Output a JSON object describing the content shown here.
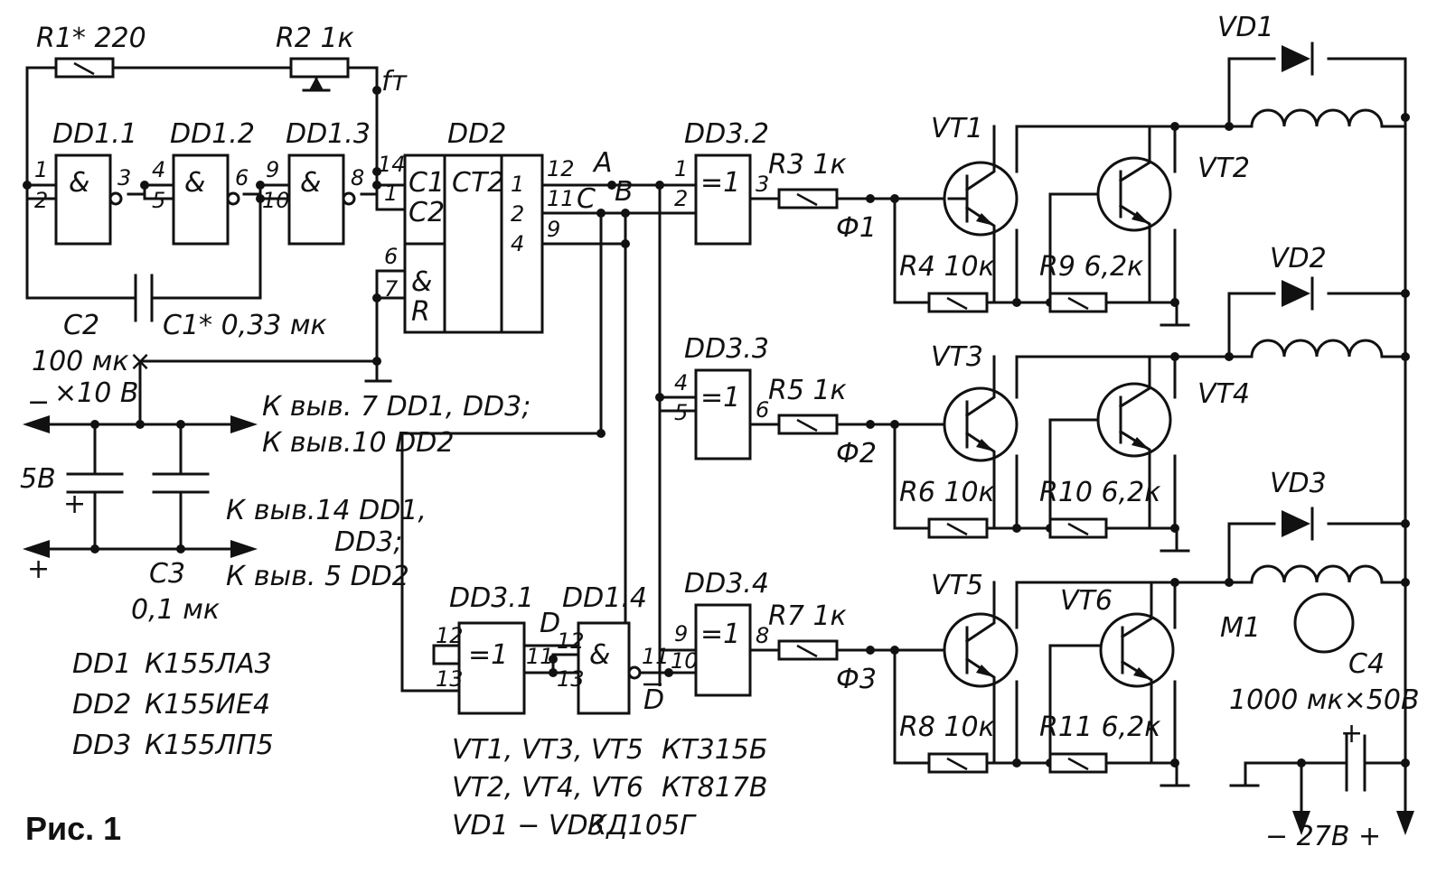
{
  "caption": "Рис. 1",
  "components": {
    "r1": "R1* 220",
    "r2": "R2 1к",
    "ft": "fт",
    "dd11": "DD1.1",
    "dd12": "DD1.2",
    "dd13": "DD1.3",
    "dd2": "DD2",
    "dd14": "DD1.4",
    "dd31": "DD3.1",
    "dd32": "DD3.2",
    "dd33": "DD3.3",
    "dd34": "DD3.4",
    "r3": "R3 1к",
    "r5": "R5 1к",
    "r7": "R7 1к",
    "r4": "R4 10к",
    "r6": "R6 10к",
    "r8": "R8 10к",
    "r9": "R9 6,2к",
    "r10": "R10 6,2к",
    "r11": "R11 6,2к",
    "vt1": "VT1",
    "vt2": "VT2",
    "vt3": "VT3",
    "vt4": "VT4",
    "vt5": "VT5",
    "vt6": "VT6",
    "vd1": "VD1",
    "vd2": "VD2",
    "vd3": "VD3",
    "m1": "M1",
    "c1": "C1* 0,33 мк",
    "c2_1": "C2",
    "c2_2": "100 мк×",
    "c2_3": "×10 В",
    "c3_1": "C3",
    "c3_2": "0,1 мк",
    "c4_1": "C4",
    "c4_2": "1000 мк×50В",
    "phi1": "Ф1",
    "phi2": "Ф2",
    "phi3": "Ф3"
  },
  "gate_symbols": {
    "and": "&",
    "xor": "=1",
    "counter": "CT2",
    "c1": "C1",
    "c2": "C2",
    "r": "R"
  },
  "nodes": {
    "a": "A",
    "b": "B",
    "c": "C",
    "d": "D",
    "d_bar": "D"
  },
  "power": {
    "v5": "5В",
    "minus": "−",
    "plus": "+",
    "note1": "К выв. 7 DD1, DD3;",
    "note2": "К выв.10 DD2",
    "note3": "К выв.14 DD1,",
    "note4": "DD3;",
    "note5": "К выв. 5 DD2",
    "v27": "− 27В +"
  },
  "pins": {
    "dd11_in1": "1",
    "dd11_in2": "2",
    "dd11_out": "3",
    "dd12_in1": "4",
    "dd12_in2": "5",
    "dd12_out": "6",
    "dd13_in1": "9",
    "dd13_in2": "10",
    "dd13_out": "8",
    "dd2_14": "14",
    "dd2_1": "1",
    "dd2_6": "6",
    "dd2_7": "7",
    "dd2_12": "12",
    "dd2_11": "11",
    "dd2_9": "9",
    "dd2_q1": "1",
    "dd2_q2": "2",
    "dd2_q4": "4",
    "dd32_in1": "1",
    "dd32_in2": "2",
    "dd32_out": "3",
    "dd33_in1": "4",
    "dd33_in2": "5",
    "dd33_out": "6",
    "dd34_in1": "9",
    "dd34_in2": "10",
    "dd34_out": "8",
    "dd31_in1": "12",
    "dd31_in2": "13",
    "dd31_out": "11",
    "dd14_in1": "12",
    "dd14_in2": "13",
    "dd14_out": "11"
  },
  "parts_list": [
    {
      "ref": "DD1",
      "type": "К155ЛА3"
    },
    {
      "ref": "DD2",
      "type": "К155ИЕ4"
    },
    {
      "ref": "DD3",
      "type": "К155ЛП5"
    }
  ],
  "transistor_list": [
    {
      "refs": "VT1,  VT3,  VT5",
      "type": "КТ315Б"
    },
    {
      "refs": "VT2,  VT4,  VT6",
      "type": "КТ817В"
    },
    {
      "refs": "VD1 − VD3",
      "type": "КД105Г"
    }
  ]
}
